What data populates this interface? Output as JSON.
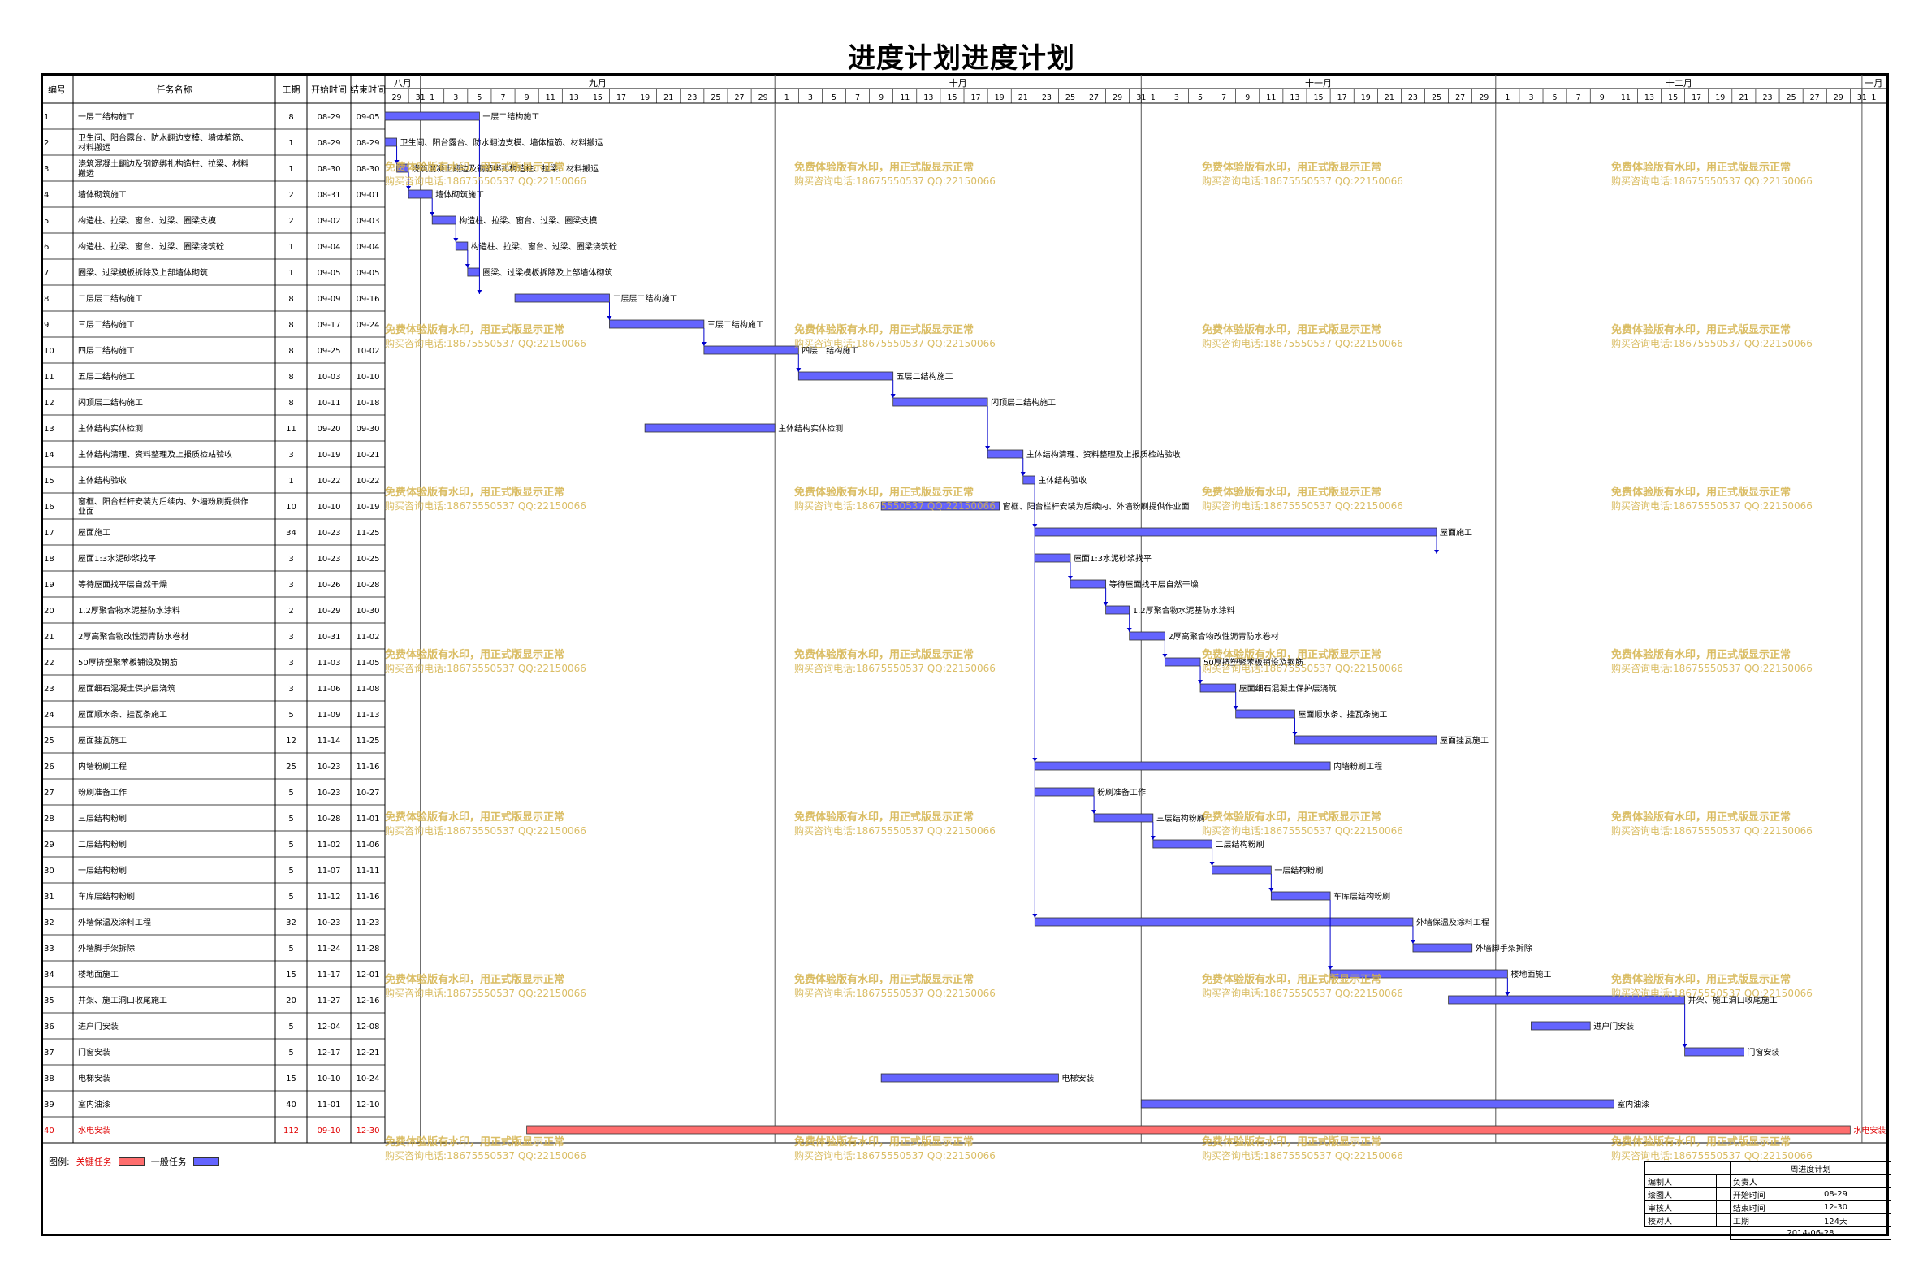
{
  "title": "进度计划进度计划",
  "columns": {
    "id": "编号",
    "name": "任务名称",
    "dur": "工期",
    "start": "开始时间",
    "end": "结束时间"
  },
  "months": [
    {
      "label": "八月",
      "day": "29",
      "days": 3
    },
    {
      "label": "九月",
      "day": "1",
      "days": 30
    },
    {
      "label": "十月",
      "day": "1",
      "days": 31
    },
    {
      "label": "十一月",
      "day": "1",
      "days": 30
    },
    {
      "label": "十二月",
      "day": "1",
      "days": 31
    },
    {
      "label": "一月",
      "day": "1",
      "days": 2
    }
  ],
  "watermark": {
    "line1": "免费体验版有水印，用正式版显示正常",
    "line2": "购买咨询电话:18675550537 QQ:22150066"
  },
  "colors": {
    "normal": "#6464ff",
    "critical": "#ff6e6e",
    "text_critical": "#e00000",
    "line": "#0000cc",
    "watermark": "#d4b24a"
  },
  "legend": {
    "prefix": "图例:",
    "critical": "关键任务",
    "normal": "一般任务"
  },
  "info": {
    "plan_name": "周进度计划",
    "rows": [
      [
        "编制人",
        "",
        "负责人",
        ""
      ],
      [
        "绘图人",
        "",
        "开始时间",
        "08-29"
      ],
      [
        "审核人",
        "",
        "结束时间",
        "12-30"
      ],
      [
        "校对人",
        "",
        "工期",
        "124天"
      ]
    ],
    "date": "2014-06-28"
  },
  "chart_data": {
    "type": "gantt",
    "title": "进度计划进度计划",
    "x_range": [
      "08-29",
      "12-31"
    ],
    "tasks": [
      {
        "id": "1",
        "name": "一层二结构施工",
        "dur": "8",
        "start": "08-29",
        "end": "09-05",
        "s": 0,
        "e": 8,
        "label": "一层二结构施工"
      },
      {
        "id": "2",
        "name": "卫生间、阳台露台、防水翻边支模、墙体植筋、材料搬运",
        "dur": "1",
        "start": "08-29",
        "end": "08-29",
        "s": 0,
        "e": 1,
        "label": "卫生间、阳台露台、防水翻边支模、墙体植筋、材料搬运"
      },
      {
        "id": "3",
        "name": "浇筑混凝土翻边及钢筋绑扎构造柱、拉梁、材料搬运",
        "dur": "1",
        "start": "08-30",
        "end": "08-30",
        "s": 1,
        "e": 2,
        "label": "浇筑混凝土翻边及钢筋绑扎构造柱、拉梁、材料搬运"
      },
      {
        "id": "4",
        "name": "墙体砌筑施工",
        "dur": "2",
        "start": "08-31",
        "end": "09-01",
        "s": 2,
        "e": 4,
        "label": "墙体砌筑施工"
      },
      {
        "id": "5",
        "name": "构造柱、拉梁、窗台、过梁、圈梁支模",
        "dur": "2",
        "start": "09-02",
        "end": "09-03",
        "s": 4,
        "e": 6,
        "label": "构造柱、拉梁、窗台、过梁、圈梁支模"
      },
      {
        "id": "6",
        "name": "构造柱、拉梁、窗台、过梁、圈梁浇筑砼",
        "dur": "1",
        "start": "09-04",
        "end": "09-04",
        "s": 6,
        "e": 7,
        "label": "构造柱、拉梁、窗台、过梁、圈梁浇筑砼"
      },
      {
        "id": "7",
        "name": "圈梁、过梁模板拆除及上部墙体砌筑",
        "dur": "1",
        "start": "09-05",
        "end": "09-05",
        "s": 7,
        "e": 8,
        "label": "圈梁、过梁模板拆除及上部墙体砌筑"
      },
      {
        "id": "8",
        "name": "二层层二结构施工",
        "dur": "8",
        "start": "09-09",
        "end": "09-16",
        "s": 11,
        "e": 19,
        "label": "二层层二结构施工"
      },
      {
        "id": "9",
        "name": "三层二结构施工",
        "dur": "8",
        "start": "09-17",
        "end": "09-24",
        "s": 19,
        "e": 27,
        "label": "三层二结构施工"
      },
      {
        "id": "10",
        "name": "四层二结构施工",
        "dur": "8",
        "start": "09-25",
        "end": "10-02",
        "s": 27,
        "e": 35,
        "label": "四层二结构施工"
      },
      {
        "id": "11",
        "name": "五层二结构施工",
        "dur": "8",
        "start": "10-03",
        "end": "10-10",
        "s": 35,
        "e": 43,
        "label": "五层二结构施工"
      },
      {
        "id": "12",
        "name": "闪顶层二结构施工",
        "dur": "8",
        "start": "10-11",
        "end": "10-18",
        "s": 43,
        "e": 51,
        "label": "闪顶层二结构施工"
      },
      {
        "id": "13",
        "name": "主体结构实体检测",
        "dur": "11",
        "start": "09-20",
        "end": "09-30",
        "s": 22,
        "e": 33,
        "label": "主体结构实体检测"
      },
      {
        "id": "14",
        "name": "主体结构清理、资料整理及上报质检站验收",
        "dur": "3",
        "start": "10-19",
        "end": "10-21",
        "s": 51,
        "e": 54,
        "label": "主体结构清理、资料整理及上报质检站验收"
      },
      {
        "id": "15",
        "name": "主体结构验收",
        "dur": "1",
        "start": "10-22",
        "end": "10-22",
        "s": 54,
        "e": 55,
        "label": "主体结构验收"
      },
      {
        "id": "16",
        "name": "窗框、阳台栏杆安装为后续内、外墙粉刷提供作业面",
        "dur": "10",
        "start": "10-10",
        "end": "10-19",
        "s": 42,
        "e": 52,
        "label": "窗框、阳台栏杆安装为后续内、外墙粉刷提供作业面"
      },
      {
        "id": "17",
        "name": "屋面施工",
        "dur": "34",
        "start": "10-23",
        "end": "11-25",
        "s": 55,
        "e": 89,
        "label": "屋面施工"
      },
      {
        "id": "18",
        "name": "屋面1:3水泥砂浆找平",
        "dur": "3",
        "start": "10-23",
        "end": "10-25",
        "s": 55,
        "e": 58,
        "label": "屋面1:3水泥砂浆找平"
      },
      {
        "id": "19",
        "name": "等待屋面找平层自然干燥",
        "dur": "3",
        "start": "10-26",
        "end": "10-28",
        "s": 58,
        "e": 61,
        "label": "等待屋面找平层自然干燥"
      },
      {
        "id": "20",
        "name": "1.2厚聚合物水泥基防水涂料",
        "dur": "2",
        "start": "10-29",
        "end": "10-30",
        "s": 61,
        "e": 63,
        "label": "1.2厚聚合物水泥基防水涂料"
      },
      {
        "id": "21",
        "name": "2厚高聚合物改性沥青防水卷材",
        "dur": "3",
        "start": "10-31",
        "end": "11-02",
        "s": 63,
        "e": 66,
        "label": "2厚高聚合物改性沥青防水卷材"
      },
      {
        "id": "22",
        "name": "50厚挤塑聚苯板铺设及钢筋",
        "dur": "3",
        "start": "11-03",
        "end": "11-05",
        "s": 66,
        "e": 69,
        "label": "50厚挤塑聚苯板铺设及钢筋"
      },
      {
        "id": "23",
        "name": "屋面细石混凝土保护层浇筑",
        "dur": "3",
        "start": "11-06",
        "end": "11-08",
        "s": 69,
        "e": 72,
        "label": "屋面细石混凝土保护层浇筑"
      },
      {
        "id": "24",
        "name": "屋面顺水条、挂瓦条施工",
        "dur": "5",
        "start": "11-09",
        "end": "11-13",
        "s": 72,
        "e": 77,
        "label": "屋面顺水条、挂瓦条施工"
      },
      {
        "id": "25",
        "name": "屋面挂瓦施工",
        "dur": "12",
        "start": "11-14",
        "end": "11-25",
        "s": 77,
        "e": 89,
        "label": "屋面挂瓦施工"
      },
      {
        "id": "26",
        "name": "内墙粉刷工程",
        "dur": "25",
        "start": "10-23",
        "end": "11-16",
        "s": 55,
        "e": 80,
        "label": "内墙粉刷工程"
      },
      {
        "id": "27",
        "name": "粉刷准备工作",
        "dur": "5",
        "start": "10-23",
        "end": "10-27",
        "s": 55,
        "e": 60,
        "label": "粉刷准备工作"
      },
      {
        "id": "28",
        "name": "三层结构粉刷",
        "dur": "5",
        "start": "10-28",
        "end": "11-01",
        "s": 60,
        "e": 65,
        "label": "三层结构粉刷"
      },
      {
        "id": "29",
        "name": "二层结构粉刷",
        "dur": "5",
        "start": "11-02",
        "end": "11-06",
        "s": 65,
        "e": 70,
        "label": "二层结构粉刷"
      },
      {
        "id": "30",
        "name": "一层结构粉刷",
        "dur": "5",
        "start": "11-07",
        "end": "11-11",
        "s": 70,
        "e": 75,
        "label": "一层结构粉刷"
      },
      {
        "id": "31",
        "name": "车库层结构粉刷",
        "dur": "5",
        "start": "11-12",
        "end": "11-16",
        "s": 75,
        "e": 80,
        "label": "车库层结构粉刷"
      },
      {
        "id": "32",
        "name": "外墙保温及涂料工程",
        "dur": "32",
        "start": "10-23",
        "end": "11-23",
        "s": 55,
        "e": 87,
        "label": "外墙保温及涂料工程"
      },
      {
        "id": "33",
        "name": "外墙脚手架拆除",
        "dur": "5",
        "start": "11-24",
        "end": "11-28",
        "s": 87,
        "e": 92,
        "label": "外墙脚手架拆除"
      },
      {
        "id": "34",
        "name": "楼地面施工",
        "dur": "15",
        "start": "11-17",
        "end": "12-01",
        "s": 80,
        "e": 95,
        "label": "楼地面施工"
      },
      {
        "id": "35",
        "name": "井架、施工洞口收尾施工",
        "dur": "20",
        "start": "11-27",
        "end": "12-16",
        "s": 90,
        "e": 110,
        "label": "井架、施工洞口收尾施工"
      },
      {
        "id": "36",
        "name": "进户门安装",
        "dur": "5",
        "start": "12-04",
        "end": "12-08",
        "s": 97,
        "e": 102,
        "label": "进户门安装"
      },
      {
        "id": "37",
        "name": "门窗安装",
        "dur": "5",
        "start": "12-17",
        "end": "12-21",
        "s": 110,
        "e": 115,
        "label": "门窗安装"
      },
      {
        "id": "38",
        "name": "电梯安装",
        "dur": "15",
        "start": "10-10",
        "end": "10-24",
        "s": 42,
        "e": 57,
        "label": "电梯安装"
      },
      {
        "id": "39",
        "name": "室内油漆",
        "dur": "40",
        "start": "11-01",
        "end": "12-10",
        "s": 64,
        "e": 104,
        "label": "室内油漆"
      },
      {
        "id": "40",
        "name": "水电安装",
        "dur": "112",
        "start": "09-10",
        "end": "12-30",
        "s": 12,
        "e": 124,
        "label": "水电安装",
        "critical": true
      }
    ]
  }
}
